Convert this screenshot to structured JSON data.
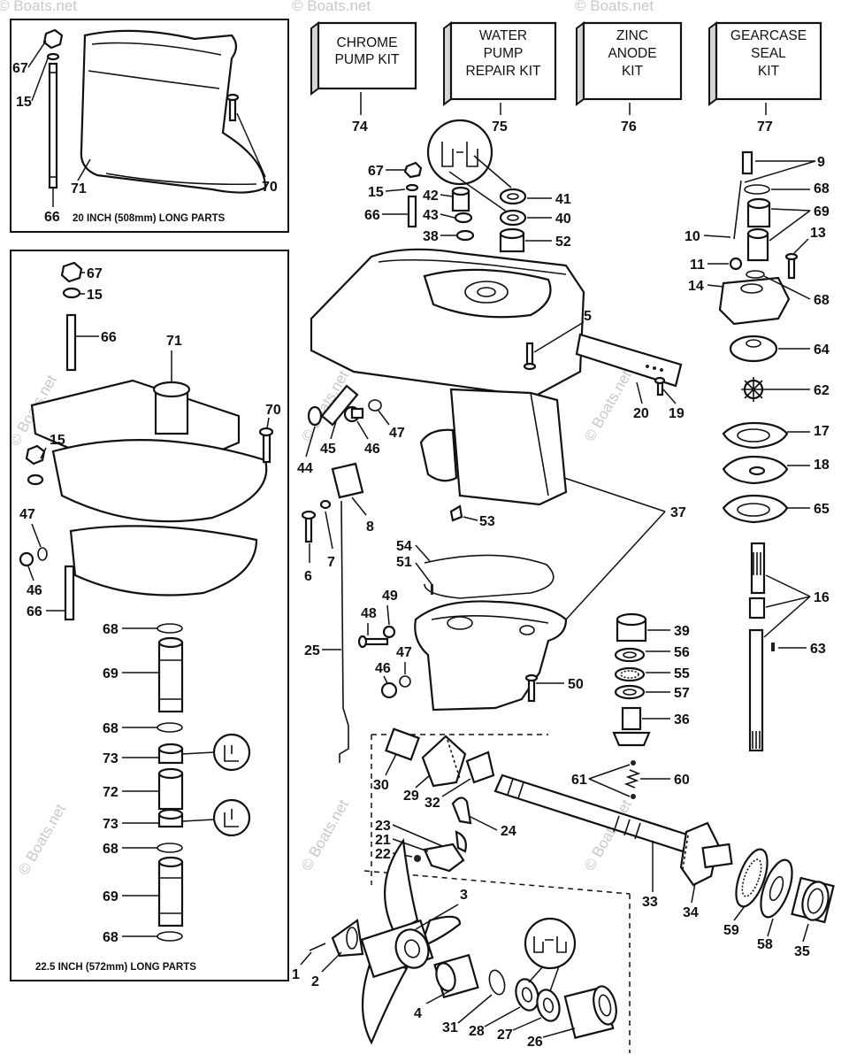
{
  "diagram": {
    "panel_top_note": "20 INCH (508mm) LONG PARTS",
    "panel_bottom_note": "22.5 INCH (572mm) LONG PARTS",
    "watermark": "© Boats.net",
    "kits": [
      {
        "label_lines": [
          "CHROME",
          "PUMP KIT"
        ],
        "number": "74"
      },
      {
        "label_lines": [
          "WATER",
          "PUMP",
          "REPAIR KIT"
        ],
        "number": "75"
      },
      {
        "label_lines": [
          "ZINC",
          "ANODE",
          "KIT"
        ],
        "number": "76"
      },
      {
        "label_lines": [
          "GEARCASE",
          "SEAL",
          "KIT"
        ],
        "number": "77"
      }
    ],
    "callouts": {
      "p67a": "67",
      "p15a": "15",
      "p71a": "71",
      "p70a": "70",
      "p66a": "66",
      "p67b": "67",
      "p15b": "15",
      "p66b": "66",
      "p71b": "71",
      "p70b": "70",
      "p15c": "15",
      "p47a": "47",
      "p46a": "46",
      "p66c": "66",
      "p68a": "68",
      "p69a": "69",
      "p68b": "68",
      "p73a": "73",
      "p72": "72",
      "p73b": "73",
      "p68c": "68",
      "p69b": "69",
      "p68d": "68",
      "p67c": "67",
      "p15d": "15",
      "p66d": "66",
      "p42": "42",
      "p43": "43",
      "p38": "38",
      "p41": "41",
      "p40": "40",
      "p52": "52",
      "p5": "5",
      "p20": "20",
      "p19": "19",
      "p44": "44",
      "p45": "45",
      "p46b": "46",
      "p47b": "47",
      "p8": "8",
      "p6": "6",
      "p7": "7",
      "p53": "53",
      "p37": "37",
      "p54": "54",
      "p51": "51",
      "p49": "49",
      "p48": "48",
      "p47c": "47",
      "p46c": "46",
      "p25": "25",
      "p50": "50",
      "p9": "9",
      "p68e": "68",
      "p69c": "69",
      "p10": "10",
      "p13": "13",
      "p11": "11",
      "p14": "14",
      "p68f": "68",
      "p64": "64",
      "p62": "62",
      "p17": "17",
      "p18": "18",
      "p65": "65",
      "p16": "16",
      "p63": "63",
      "p39": "39",
      "p56": "56",
      "p55": "55",
      "p57": "57",
      "p36": "36",
      "p61": "61",
      "p60": "60",
      "p30": "30",
      "p29": "29",
      "p32": "32",
      "p23": "23",
      "p21": "21",
      "p22": "22",
      "p24": "24",
      "p33": "33",
      "p34": "34",
      "p59": "59",
      "p58": "58",
      "p35": "35",
      "p3": "3",
      "p1": "1",
      "p2": "2",
      "p4": "4",
      "p31": "31",
      "p28": "28",
      "p27": "27",
      "p26": "26"
    }
  }
}
